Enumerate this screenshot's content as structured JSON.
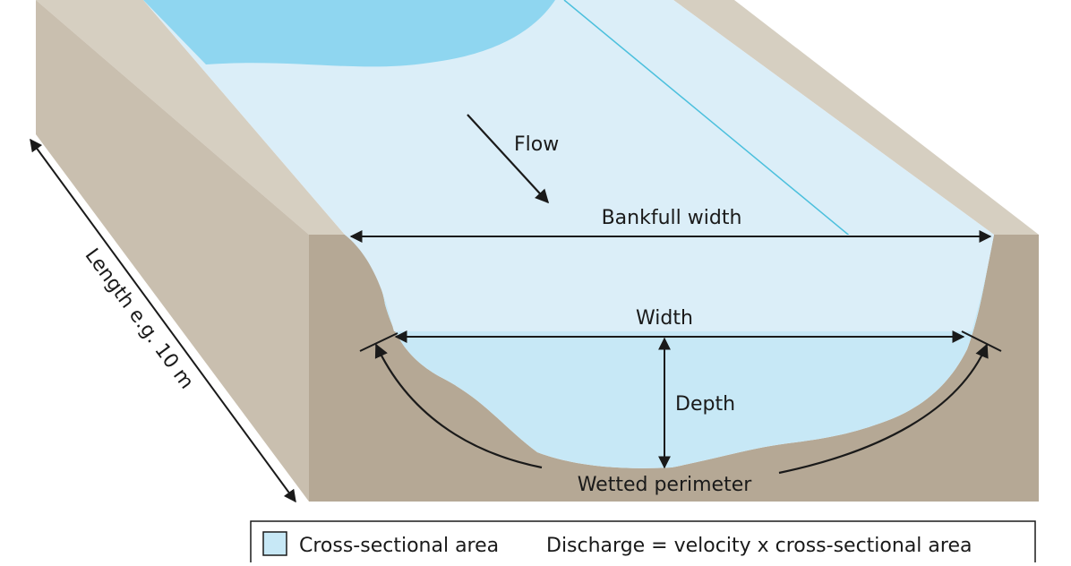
{
  "labels": {
    "flow": "Flow",
    "bankfull_width": "Bankfull width",
    "width": "Width",
    "depth": "Depth",
    "wetted_perimeter": "Wetted perimeter",
    "length": "Length e.g. 10 m"
  },
  "legend": {
    "swatch_label": "Cross-sectional area",
    "formula": "Discharge = velocity x cross-sectional area"
  },
  "colors": {
    "bank_top": "#d6cfc1",
    "bank_side": "#c9bfaf",
    "bank_face": "#b5a895",
    "water_surface": "#dbeef8",
    "water_deep": "#8fd6f0",
    "cross_section": "#c7e8f6",
    "line": "#1a1a1a"
  }
}
